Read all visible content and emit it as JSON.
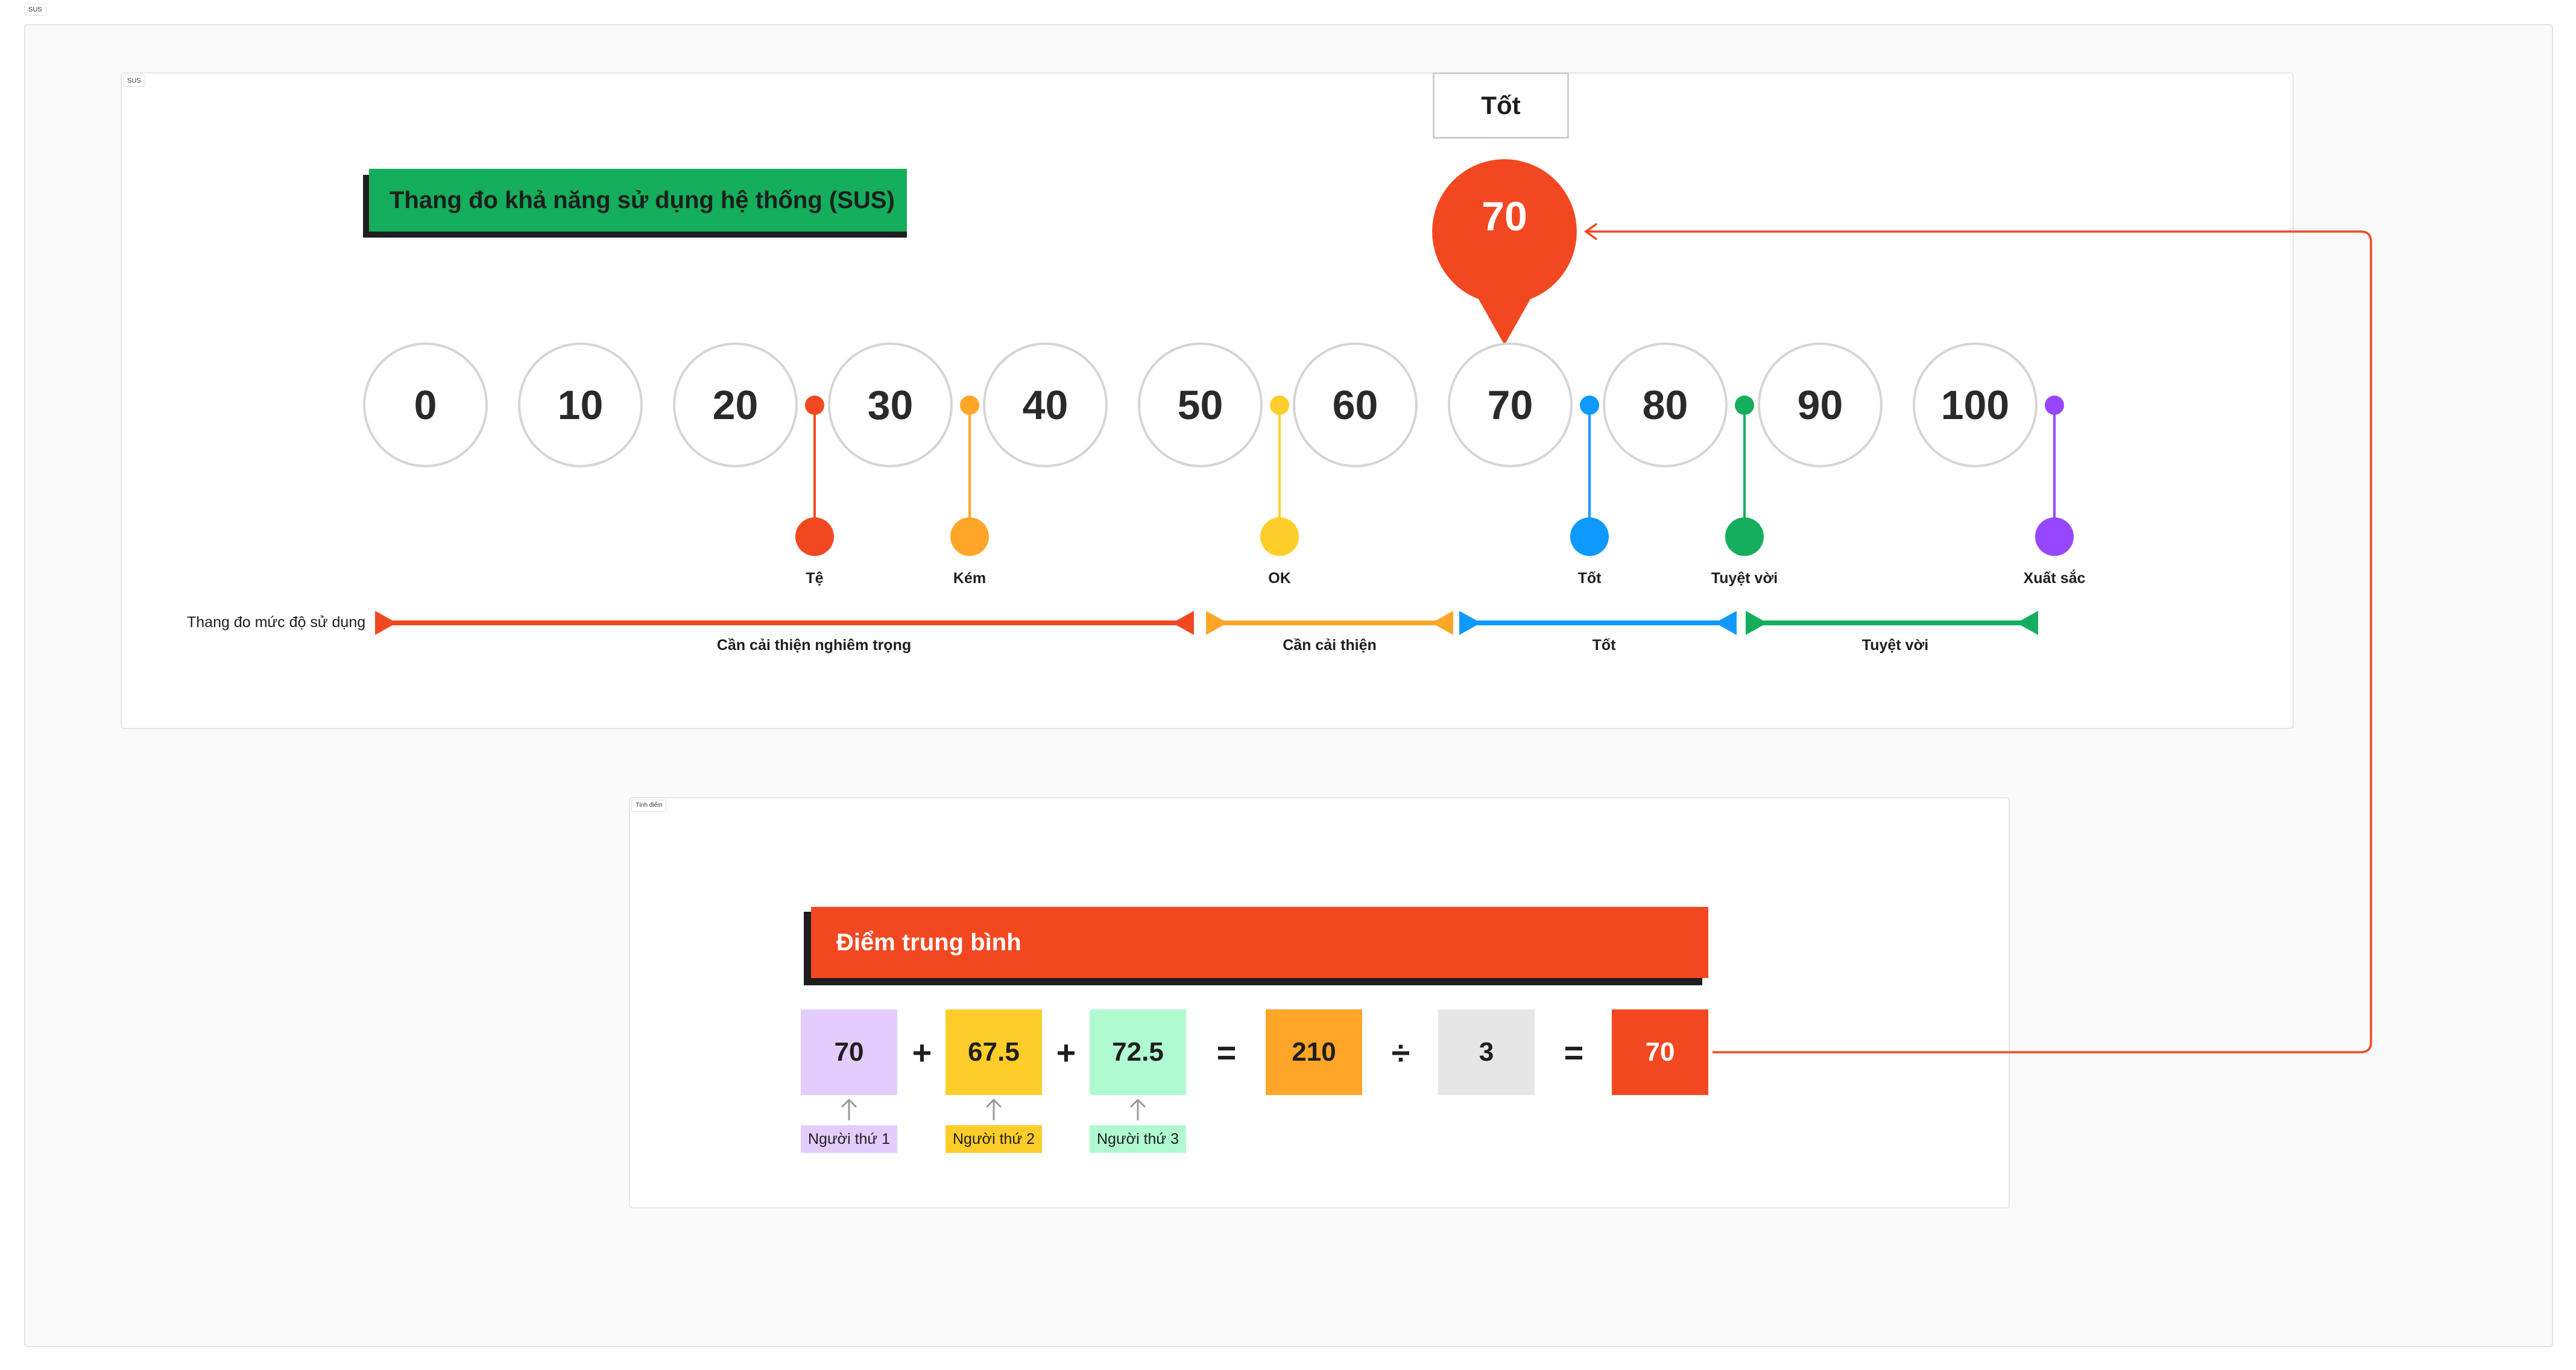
{
  "frames": {
    "outer_tag": "SUS",
    "sus_tag": "SUS",
    "calc_tag": "Tính điểm"
  },
  "title": "Thang đo khả năng sử dụng hệ thống (SUS)",
  "result_box_label": "Tốt",
  "pin_value": "70",
  "scale": [
    "0",
    "10",
    "20",
    "30",
    "40",
    "50",
    "60",
    "70",
    "80",
    "90",
    "100"
  ],
  "markers": [
    {
      "label": "Tệ",
      "color": "#f24822"
    },
    {
      "label": "Kém",
      "color": "#ffa629"
    },
    {
      "label": "OK",
      "color": "#ffcd29"
    },
    {
      "label": "Tốt",
      "color": "#0d99ff"
    },
    {
      "label": "Tuyệt vời",
      "color": "#14ae5c"
    },
    {
      "label": "Xuất sắc",
      "color": "#9747ff"
    }
  ],
  "range_caption": "Thang đo mức độ sử dụng",
  "ranges": [
    {
      "label": "Cần cải thiện nghiêm trọng",
      "color": "#f24822"
    },
    {
      "label": "Cần cải thiện",
      "color": "#ffa629"
    },
    {
      "label": "Tốt",
      "color": "#0d99ff"
    },
    {
      "label": "Tuyệt vời",
      "color": "#14ae5c"
    }
  ],
  "calc": {
    "title": "Điểm trung bình",
    "values": [
      "70",
      "67.5",
      "72.5"
    ],
    "plus": "+",
    "equals": "=",
    "divide": "÷",
    "sum": "210",
    "divisor": "3",
    "result": "70",
    "persons": [
      "Người thứ 1",
      "Người thứ 2",
      "Người thứ 3"
    ]
  },
  "colors": {
    "accent_red": "#f24822",
    "title_green": "#14ae5c",
    "purple_light": "#e4ccff",
    "yellow": "#ffcd29",
    "green_light": "#affad1",
    "orange": "#ffa629",
    "gray_light": "#e6e6e6"
  }
}
